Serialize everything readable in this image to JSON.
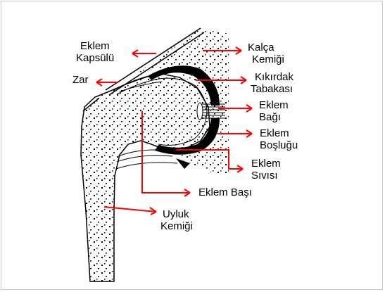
{
  "diagram": {
    "labels": {
      "joint_capsule": {
        "line1": "Eklem",
        "line2": "Kapsülü"
      },
      "membrane": {
        "line1": "Zar"
      },
      "hip_bone": {
        "line1": "Kalça",
        "line2": "Kemiği"
      },
      "cartilage_layer": {
        "line1": "Kıkırdak",
        "line2": "Tabakası"
      },
      "joint_ligament": {
        "line1": "Eklem",
        "line2": "Bağı"
      },
      "joint_cavity": {
        "line1": "Eklem",
        "line2": "Boşluğu"
      },
      "joint_fluid": {
        "line1": "Eklem",
        "line2": "Sıvısı"
      },
      "joint_head": {
        "line1": "Eklem Başı"
      },
      "thigh_bone": {
        "line1": "Uyluk",
        "line2": "Kemiği"
      }
    },
    "colors": {
      "arrow": "#ff0000",
      "outline": "#000000",
      "cartilage": "#000000",
      "bone_fill": "#ffffff",
      "frame_border": "#c8c8c8"
    }
  }
}
